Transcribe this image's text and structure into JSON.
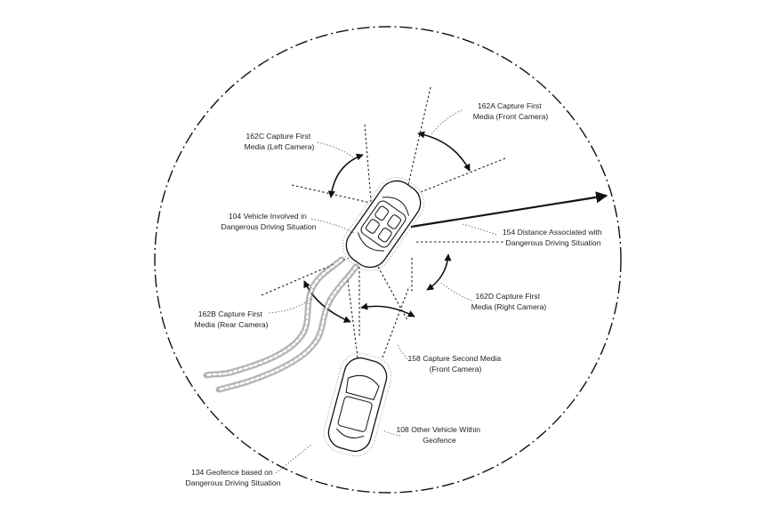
{
  "labels": {
    "front_camera": [
      "162A Capture First",
      "Media (Front Camera)"
    ],
    "left_camera": [
      "162C Capture First",
      "Media (Left Camera)"
    ],
    "vehicle_involved": [
      "104 Vehicle Involved in",
      "Dangerous Driving Situation"
    ],
    "distance": [
      "154 Distance Associated with",
      "Dangerous Driving Situation"
    ],
    "right_camera": [
      "162D Capture First",
      "Media (Right Camera)"
    ],
    "rear_camera": [
      "162B Capture First",
      "Media (Rear Camera)"
    ],
    "second_media": [
      "158 Capture Second Media",
      "(Front Camera)"
    ],
    "other_vehicle": [
      "108 Other Vehicle Within",
      "Geofence"
    ],
    "geofence": [
      "134 Geofence based on",
      "Dangerous Driving Situation"
    ]
  }
}
